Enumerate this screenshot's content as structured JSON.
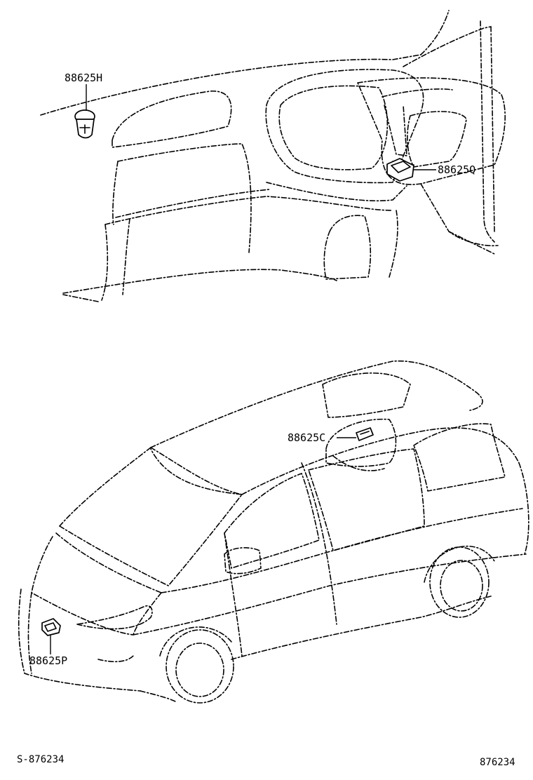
{
  "parts": [
    {
      "id": "88625H"
    },
    {
      "id": "88625Q"
    },
    {
      "id": "88625C"
    },
    {
      "id": "88625P"
    }
  ],
  "footer": {
    "left_code": "S-876234",
    "right_code": "876234"
  }
}
